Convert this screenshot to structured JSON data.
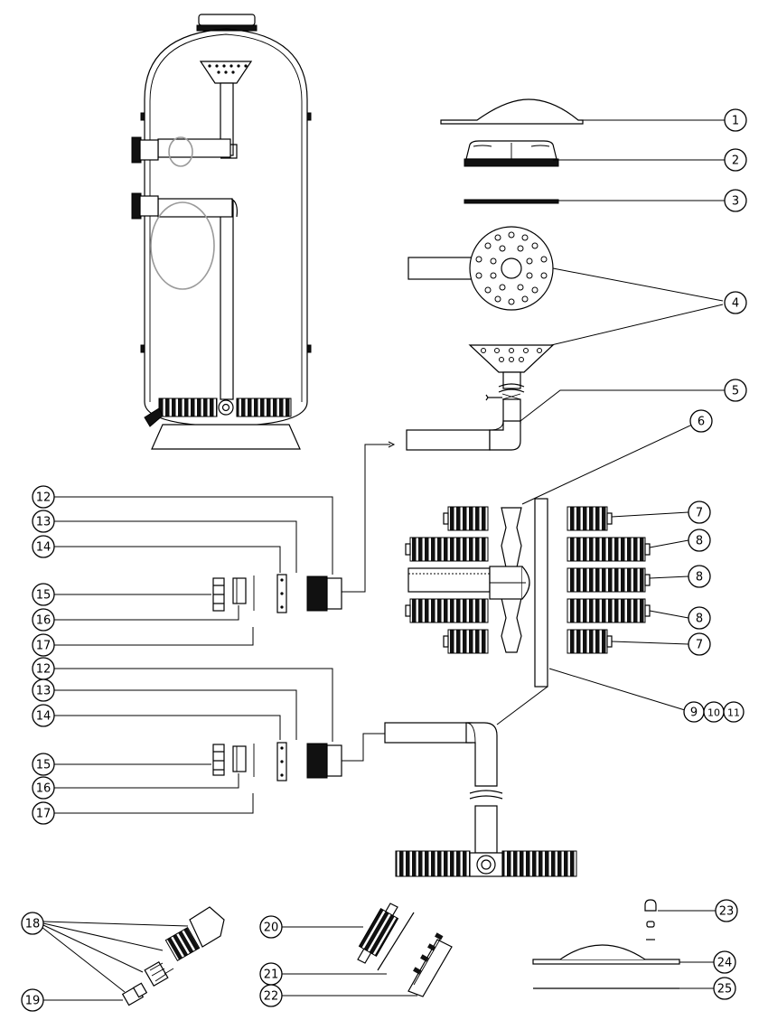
{
  "callouts": [
    {
      "id": "c1",
      "label": "1"
    },
    {
      "id": "c2",
      "label": "2"
    },
    {
      "id": "c3",
      "label": "3"
    },
    {
      "id": "c4",
      "label": "4"
    },
    {
      "id": "c5",
      "label": "5"
    },
    {
      "id": "c6",
      "label": "6"
    },
    {
      "id": "c7a",
      "label": "7"
    },
    {
      "id": "c8a",
      "label": "8"
    },
    {
      "id": "c8b",
      "label": "8"
    },
    {
      "id": "c8c",
      "label": "8"
    },
    {
      "id": "c7b",
      "label": "7"
    },
    {
      "id": "c9",
      "label": "9"
    },
    {
      "id": "c10",
      "label": "10"
    },
    {
      "id": "c11",
      "label": "11"
    },
    {
      "id": "c12a",
      "label": "12"
    },
    {
      "id": "c13a",
      "label": "13"
    },
    {
      "id": "c14a",
      "label": "14"
    },
    {
      "id": "c15a",
      "label": "15"
    },
    {
      "id": "c16a",
      "label": "16"
    },
    {
      "id": "c17a",
      "label": "17"
    },
    {
      "id": "c12b",
      "label": "12"
    },
    {
      "id": "c13b",
      "label": "13"
    },
    {
      "id": "c14b",
      "label": "14"
    },
    {
      "id": "c15b",
      "label": "15"
    },
    {
      "id": "c16b",
      "label": "16"
    },
    {
      "id": "c17b",
      "label": "17"
    },
    {
      "id": "c18",
      "label": "18"
    },
    {
      "id": "c19",
      "label": "19"
    },
    {
      "id": "c20",
      "label": "20"
    },
    {
      "id": "c21",
      "label": "21"
    },
    {
      "id": "c22",
      "label": "22"
    },
    {
      "id": "c23",
      "label": "23"
    },
    {
      "id": "c24",
      "label": "24"
    },
    {
      "id": "c25",
      "label": "25"
    }
  ]
}
